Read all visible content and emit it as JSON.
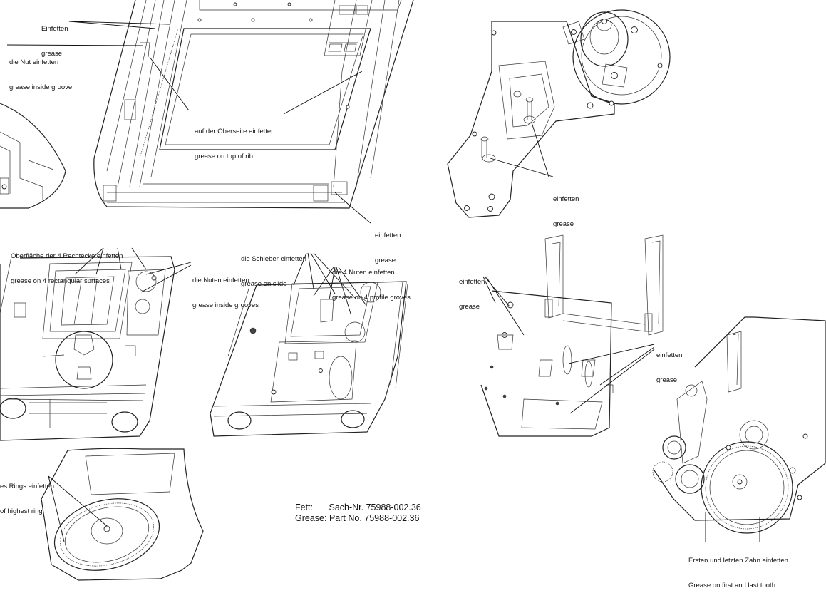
{
  "labels": {
    "top_rail": {
      "de": "Einfetten",
      "en": "grease"
    },
    "groove": {
      "de": "die Nut einfetten",
      "en": "grease inside groove"
    },
    "rib": {
      "de": "auf der Oberseite einfetten",
      "en": "grease on top of rib"
    },
    "corner": {
      "de": "einfetten",
      "en": "grease"
    },
    "bracket_pins": {
      "de": "einfetten",
      "en": "grease"
    },
    "rectangles": {
      "de": "Oberfläche der 4 Rechtecke einfetten",
      "en": "grease on 4 rectangular surfaces"
    },
    "grooves": {
      "de": "die Nuten einfetten",
      "en": "grease inside grooves"
    },
    "slide": {
      "de": "die Schieber einfetten",
      "en": "grease on slide"
    },
    "profile_grooves": {
      "de": "die 4 Nuten einfetten",
      "en": "grease on 4 profile groves"
    },
    "frame_left": {
      "de": "einfetten",
      "en": "grease"
    },
    "frame_right": {
      "de": "einfetten",
      "en": "grease"
    },
    "ring": {
      "de": "es Rings einfetten",
      "en": "of highest ring"
    },
    "tooth": {
      "de": "Ersten und letzten Zahn einfetten",
      "en": "Grease on first and last tooth"
    }
  },
  "part_number": {
    "de_key": "Fett:",
    "de_value": "Sach-Nr. 75988-002.36",
    "en_key": "Grease:",
    "en_value": "Part No. 75988-002.36"
  }
}
